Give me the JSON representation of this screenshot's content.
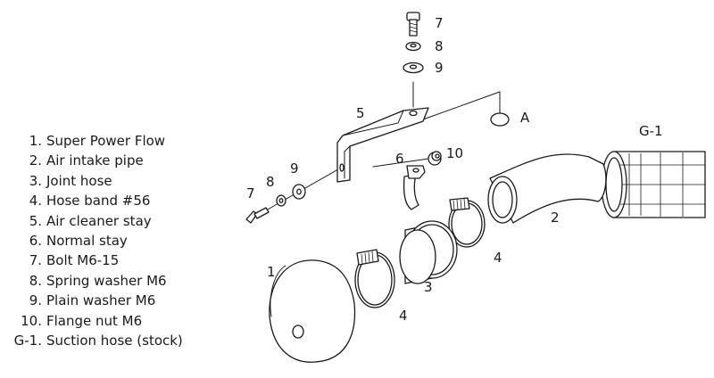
{
  "legend": [
    {
      "num": "1.",
      "name": "Super Power Flow"
    },
    {
      "num": "2.",
      "name": "Air intake pipe"
    },
    {
      "num": "3.",
      "name": "Joint hose"
    },
    {
      "num": "4.",
      "name": "Hose band  #56"
    },
    {
      "num": "5.",
      "name": "Air cleaner stay"
    },
    {
      "num": "6.",
      "name": "Normal stay"
    },
    {
      "num": "7.",
      "name": "Bolt  M6-15"
    },
    {
      "num": "8.",
      "name": "Spring washer  M6"
    },
    {
      "num": "9.",
      "name": "Plain washer  M6"
    },
    {
      "num": "10.",
      "name": "Flange nut  M6"
    },
    {
      "num": "G-1.",
      "name": "Suction hose (stock)"
    }
  ],
  "callouts": {
    "bolt_top": "7",
    "washer_spring_top": "8",
    "washer_plain_top": "9",
    "stay": "5",
    "ref_a": "A",
    "normal_stay": "6",
    "flange_nut": "10",
    "suction_hose": "G-1",
    "intake_pipe": "2",
    "hose_band_upper": "4",
    "joint_hose": "3",
    "hose_band_lower": "4",
    "filter": "1",
    "bolt_side": "7",
    "washer_spring_side": "8",
    "washer_plain_side": "9"
  }
}
